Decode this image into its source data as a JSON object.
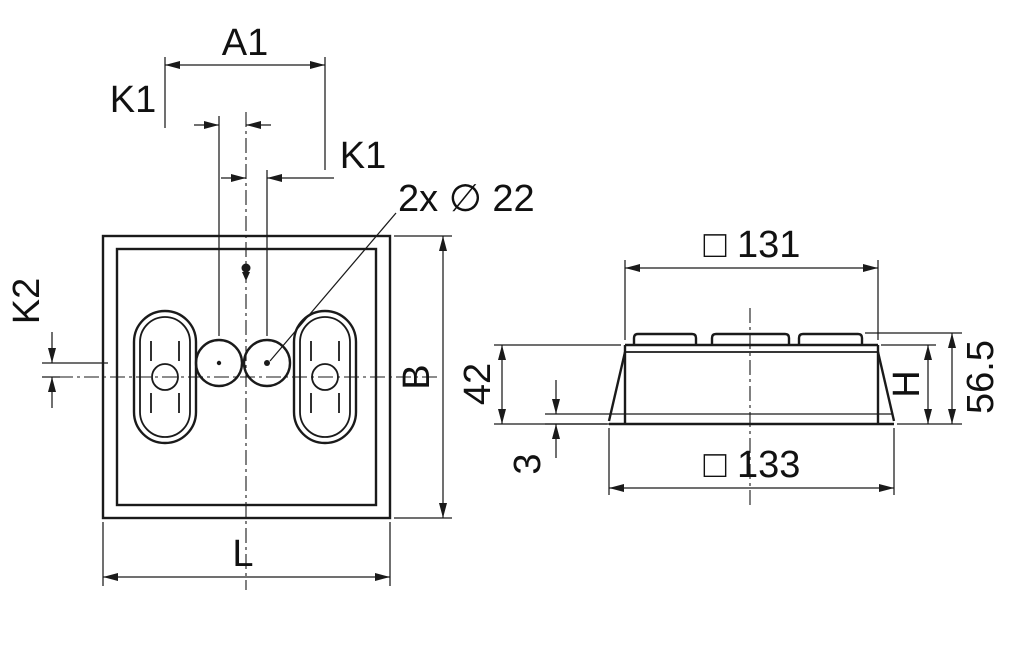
{
  "drawing": {
    "background": "#ffffff",
    "line_color": "#1a1a1a",
    "front_view": {
      "labels": {
        "a1": "A1",
        "k1_left": "K1",
        "k1_right": "K1",
        "k2": "K2",
        "b": "B",
        "l": "L",
        "holes_note": "2x ∅ 22"
      }
    },
    "side_view": {
      "labels": {
        "top_width": "□ 131",
        "bottom_width": "□ 133",
        "inner_height": "42",
        "flange_thickness": "3",
        "height": "H",
        "overall_height": "56.5"
      }
    }
  }
}
